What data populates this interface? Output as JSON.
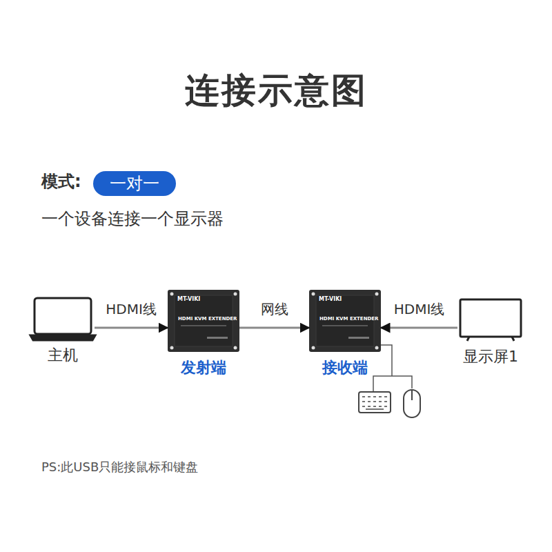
{
  "diagram": {
    "title": "连接示意图",
    "nodes": [
      {
        "text": [
          "一对一"
        ]
      },
      {
        "text": [
          "主机"
        ]
      },
      {
        "text": [
          "发射端"
        ]
      },
      {
        "text": [
          "接收端"
        ]
      },
      {
        "text": [
          "显示屏1"
        ]
      }
    ],
    "edges": [
      {
        "from": 1,
        "to": 2,
        "label": "HDMI线",
        "arrow": "to"
      },
      {
        "from": 2,
        "to": 3,
        "label": "网线",
        "arrow": "to"
      },
      {
        "from": 4,
        "to": 3,
        "label": "HDMI线",
        "arrow": "to"
      }
    ],
    "labels": [
      "模式:",
      "一个设备连接一个显示器",
      "MT-VIKI",
      "HDMI KVM EXTENDER",
      "MT-VIKI",
      "HDMI KVM EXTENDER",
      "PS:此USB只能接鼠标和键盘"
    ]
  }
}
